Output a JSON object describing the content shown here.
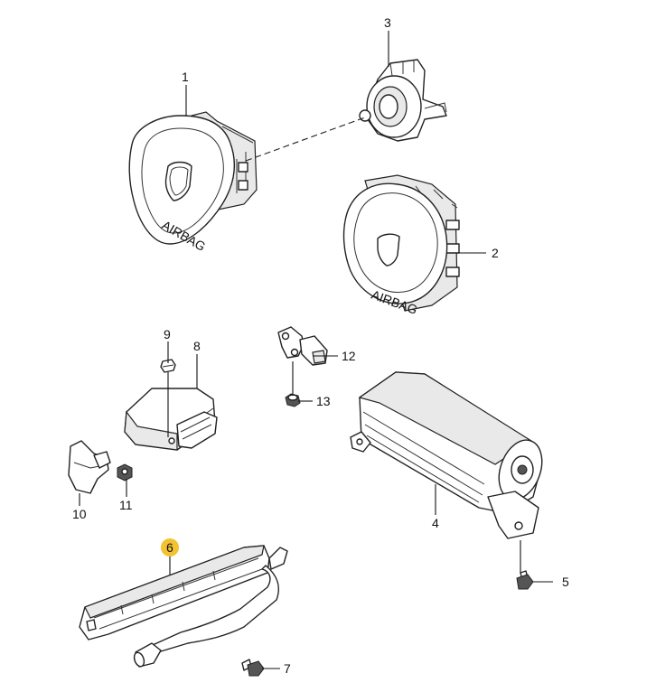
{
  "labels": {
    "p1": "1",
    "p2": "2",
    "p3": "3",
    "p4": "4",
    "p5": "5",
    "p6": "6",
    "p7": "7",
    "p8": "8",
    "p9": "9",
    "p10": "10",
    "p11": "11",
    "p12": "12",
    "p13": "13"
  },
  "airbag_text": {
    "module_1": "AIRBAG",
    "module_2": "AIRBAG"
  },
  "highlight": {
    "part": "6",
    "color": "#f2c230"
  }
}
